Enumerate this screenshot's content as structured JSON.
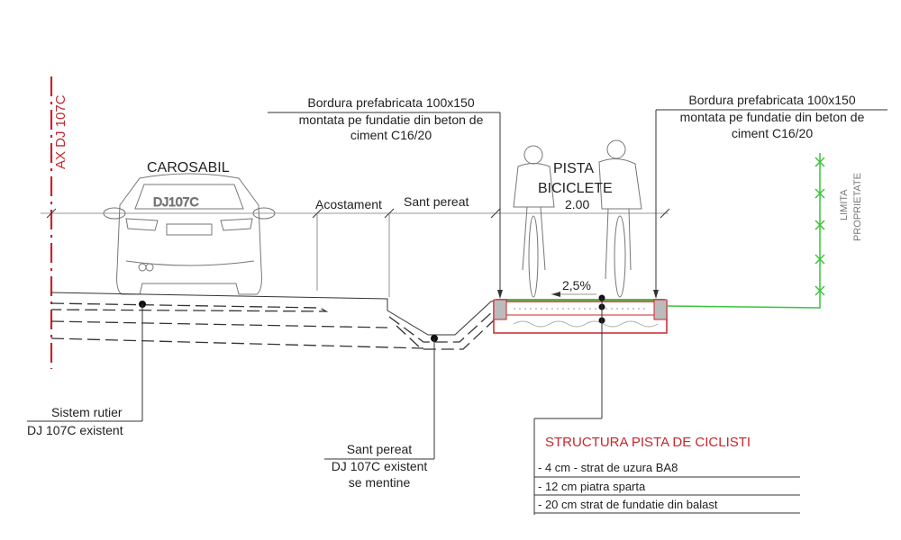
{
  "axis_label": "AX DJ 107C",
  "labels": {
    "carosabil": "CAROSABIL",
    "car_plate": "DJ107C",
    "acostament": "Acostament",
    "sant_pereat": "Sant pereat",
    "pista_line1": "PISTA",
    "pista_line2": "BICICLETE",
    "width": "2.00",
    "slope": "2,5%",
    "limita_line1": "LIMITA",
    "limita_line2": "PROPRIETATE"
  },
  "bordura_left": [
    "Bordura prefabricata 100x150",
    "montata pe fundatie din beton de",
    "ciment C16/20"
  ],
  "bordura_right": [
    "Bordura prefabricata 100x150",
    "montata pe fundatie din beton de",
    "ciment C16/20"
  ],
  "sistem_rutier": [
    "Sistem rutier",
    "DJ 107C existent"
  ],
  "sant_existent": [
    "Sant pereat",
    "DJ 107C existent",
    "se mentine"
  ],
  "structura": {
    "title": "STRUCTURA PISTA DE CICLISTI",
    "layers": [
      "- 4 cm - strat de uzura BA8",
      "- 12 cm piatra sparta",
      "- 20 cm strat de fundatie din balast"
    ]
  },
  "colors": {
    "axis": "#c8262c",
    "property": "#3bc43b",
    "structure": "#c8262c"
  }
}
